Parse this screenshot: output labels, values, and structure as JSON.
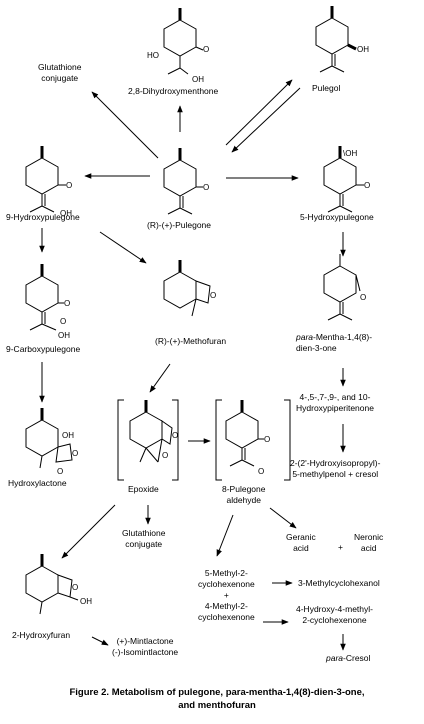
{
  "labels": {
    "glutathione_top": "Glutathione\nconjugate",
    "dihydroxy": "2,8-Dihydroxymenthone",
    "pulegol": "Pulegol",
    "hydroxypulegone9": "9-Hydroxypulegone",
    "pulegone": "(R)-(+)-Pulegone",
    "hydroxypulegone5": "5-Hydroxypulegone",
    "carboxy": "9-Carboxypulegone",
    "methofuran": "(R)-(+)-Methofuran",
    "mentha_prefix": "para",
    "mentha_rest": "-Mentha-1,4(8)-\ndien-3-one",
    "hydroxypiperitenone": "4-,5-,7-,9-, and 10-\nHydroxypiperitenone",
    "hydroxylactone": "Hydroxylactone",
    "epoxide": "Epoxide",
    "pulegone_aldehyde": "8-Pulegone\naldehyde",
    "hydroxyisopropyl": "2-(2'-Hydroxyisopropyl)-\n5-methylpenol + cresol",
    "glutathione_bottom": "Glutathione\nconjugate",
    "geranic": "Geranic\nacid",
    "plus_acids": "+",
    "neronic": "Neronic\nacid",
    "cyclohexenones": "5-Methyl-2-\ncyclohexenone\n+\n4-Methyl-2-\ncyclohexenone",
    "methylcyclohexanol": "3-Methylcyclohexanol",
    "hydroxy_methyl_cyclohexenone": "4-Hydroxy-4-methyl-\n2-cyclohexenone",
    "cresol_prefix": "para",
    "cresol_rest": "-Cresol",
    "hydroxyfuran": "2-Hydroxyfuran",
    "mintlactones": "(+)-Mintlactone\n(-)-Isomintlactone"
  },
  "atoms": {
    "O": "O",
    "OH": "OH",
    "HO": "HO",
    "OH_wedge": "\\OH"
  },
  "caption": {
    "line1": "Figure 2.  Metabolism of pulegone, para-mentha-1,4(8)-dien-3-one,",
    "line2": "and menthofuran"
  }
}
